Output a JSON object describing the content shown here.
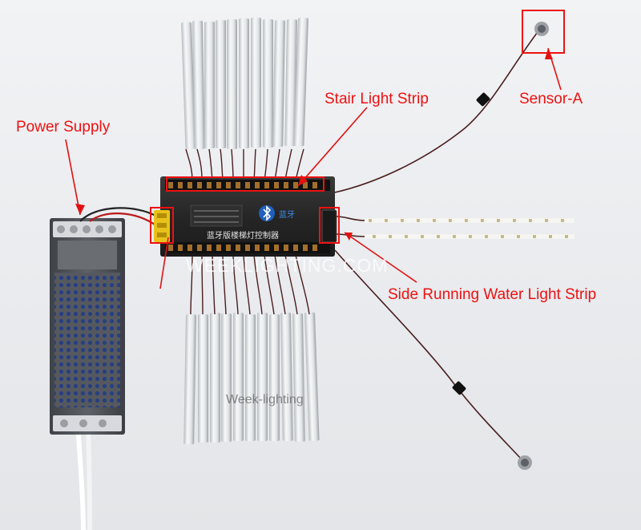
{
  "labels": {
    "power_supply": "Power Supply",
    "stair_light_strip": "Stair Light Strip",
    "sensor_a": "Sensor-A",
    "side_strip": "Side Running Water Light Strip"
  },
  "watermarks": {
    "center": "WEEKLIGHTING.COM",
    "lower": "Week-lighting"
  },
  "controller": {
    "title": "蓝牙版楼梯灯控制器",
    "brand": "蓝牙"
  },
  "colors": {
    "annotation": "#e11111",
    "controller_body": "#2b2b2b",
    "strip_profile": "#d9dcdf",
    "power_supply": "#5d6066"
  },
  "icons": {
    "bluetooth": "bluetooth-icon"
  }
}
